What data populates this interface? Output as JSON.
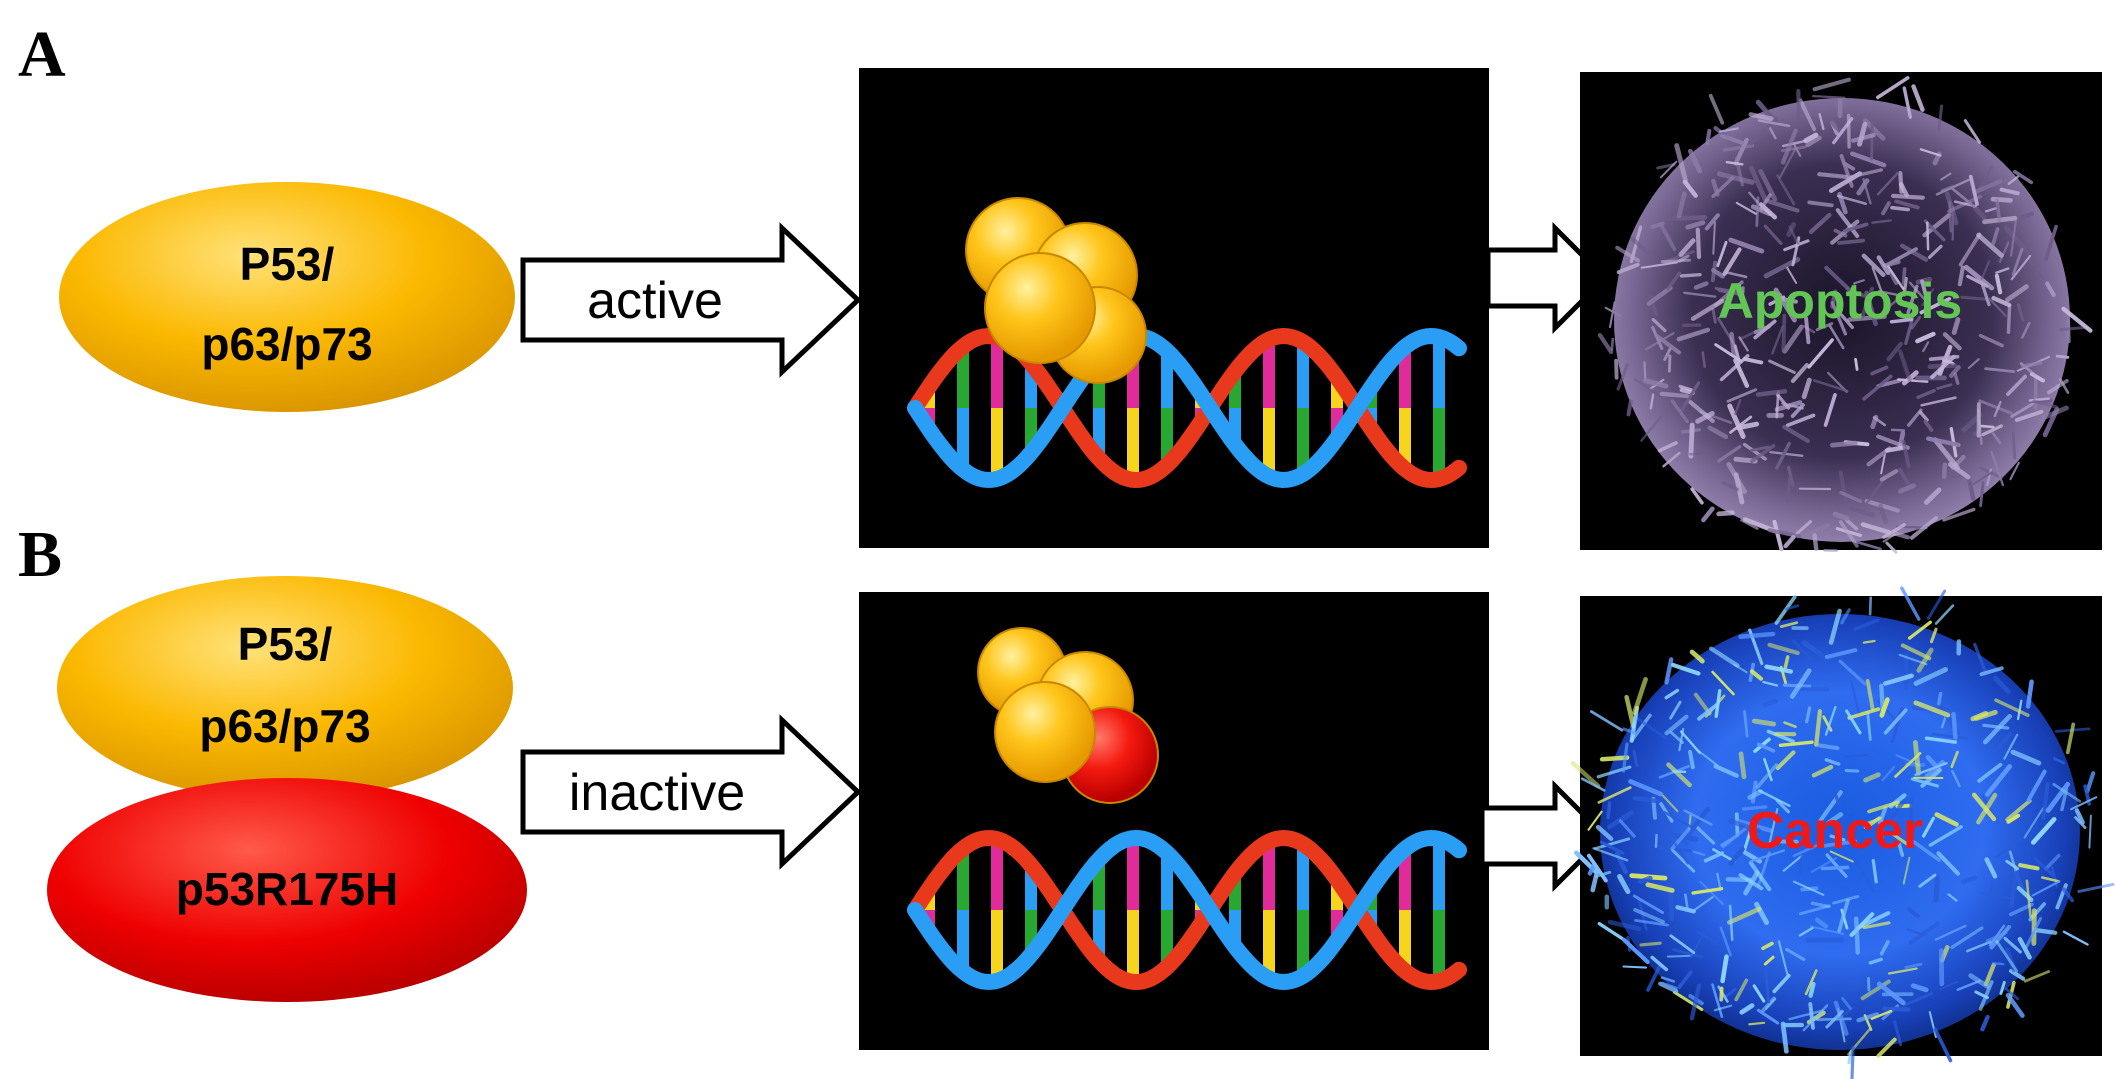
{
  "panels": [
    {
      "id": "A",
      "label": "A",
      "ovals": [
        {
          "text_lines": [
            "P53/",
            "p63/p73"
          ],
          "color": "#fbb800"
        }
      ],
      "arrow_label": "active",
      "complex_colors": [
        "#fbb800",
        "#fbb800",
        "#fbb800",
        "#fbb800"
      ],
      "outcome": {
        "label": "Apoptosis",
        "label_color": "#62c555",
        "cell_color": "#9b8ab4"
      }
    },
    {
      "id": "B",
      "label": "B",
      "ovals": [
        {
          "text_lines": [
            "P53/",
            "p63/p73"
          ],
          "color": "#fbb800"
        },
        {
          "text_lines": [
            "p53R175H"
          ],
          "color": "#ee0000"
        }
      ],
      "arrow_label": "inactive",
      "complex_colors": [
        "#fbb800",
        "#fbb800",
        "#ee0000",
        "#fbb800"
      ],
      "outcome": {
        "label": "Cancer",
        "label_color": "#ee1a1a",
        "cell_color": "#2f6cf0"
      }
    }
  ],
  "colors": {
    "dna_strand_1": "#2a9df4",
    "dna_strand_2": "#e8391c",
    "dna_rungs": [
      "#f5d51e",
      "#28a832",
      "#e02c9b",
      "#2a9df4"
    ],
    "panel_background": "#000000"
  }
}
